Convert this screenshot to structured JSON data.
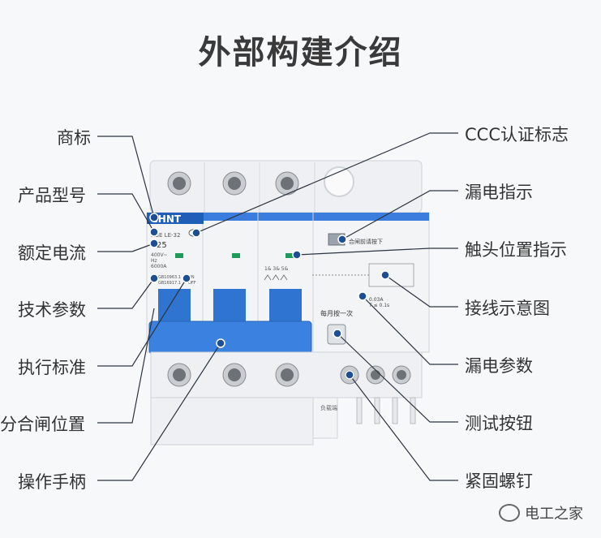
{
  "title": "外部构建介绍",
  "labels": {
    "left": [
      "商标",
      "额定电流",
      "产品型号",
      "技术参数",
      "执行标准",
      "分合闸位置",
      "操作手柄"
    ],
    "right": [
      "CCC认证标志",
      "漏电指示",
      "触头位置指示",
      "接线示意图",
      "漏电参数",
      "测试按钮",
      "紧固螺钉"
    ]
  },
  "device": {
    "brand": "CHNT",
    "model": "NBE LE-32",
    "rating": "C25",
    "voltage": "400V~",
    "freq": "Hz",
    "breaking": "6000A",
    "std1": "GB10963.1",
    "std2": "GB16917.1",
    "on": "ON",
    "off": "OFF",
    "hint": "合闸前请按下",
    "diagram_label": "1& 3& 5&",
    "leak_param1": "0.03A",
    "leak_param2": "T ≤ 0.1s",
    "test_text": "每月按一次",
    "load_text": "负载端"
  },
  "watermark": "电工之家"
}
